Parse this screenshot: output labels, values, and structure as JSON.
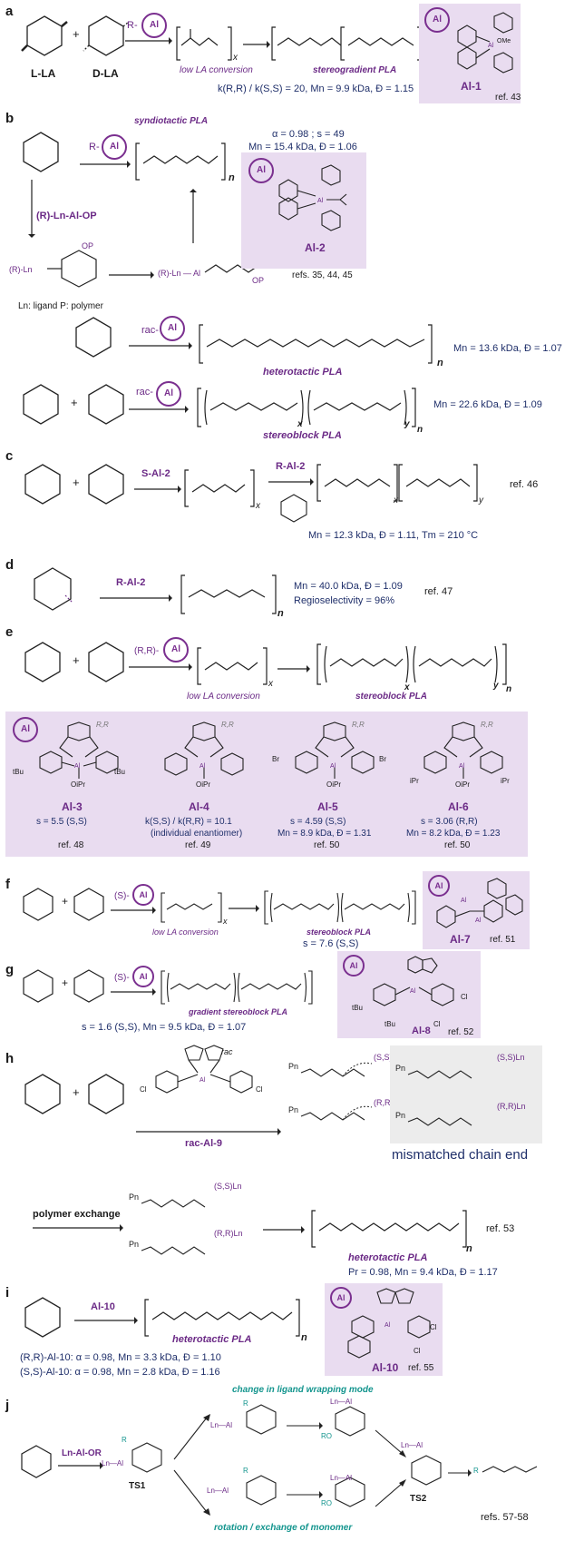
{
  "panels": {
    "a": {
      "label": "a",
      "l_la": "L-LA",
      "d_la": "D-LA",
      "catalyst_prefix": "R-",
      "ai_text": "Al",
      "note_low": "low LA conversion",
      "product": "stereogradient PLA",
      "stats": "k(R,R) / k(S,S) = 20, Mn = 9.9 kDa, Đ = 1.15",
      "cat_name": "Al-1",
      "ref": "ref. 43",
      "cat_sub_ome": "OMe"
    },
    "b": {
      "label": "b",
      "product1": "syndiotactic PLA",
      "stats1": "α = 0.98 ; s = 49",
      "stats1b": "Mn = 15.4 kDa, Đ = 1.06",
      "cat_prefix": "R-",
      "mech_label": "(R)-Ln-Al-OP",
      "legend": "Ln: ligand    P: polymer",
      "ln_al_1": "(R)-Ln",
      "ln_al_2": "(R)-Ln — Al",
      "op": "OP",
      "cat_name": "Al-2",
      "refs": "refs. 35, 44, 45",
      "rac1": "rac-",
      "product2": "heterotactic PLA",
      "stats2": "Mn = 13.6 kDa, Đ = 1.07",
      "rac2": "rac-",
      "product3": "stereoblock PLA",
      "stats3": "Mn = 22.6 kDa, Đ = 1.09"
    },
    "c": {
      "label": "c",
      "cat1": "S-Al-2",
      "cat2": "R-Al-2",
      "stats": "Mn = 12.3 kDa, Đ = 1.11, Tm = 210 °C",
      "ref": "ref. 46"
    },
    "d": {
      "label": "d",
      "cat": "R-Al-2",
      "stats1": "Mn = 40.0 kDa, Đ = 1.09",
      "stats2": "Regioselectivity = 96%",
      "ref": "ref. 47"
    },
    "e": {
      "label": "e",
      "cat_prefix": "(R,R)-",
      "note_low": "low LA conversion",
      "product": "stereoblock PLA",
      "catalysts": [
        {
          "name": "Al-3",
          "line1": "s = 5.5 (S,S)",
          "line2": "",
          "ref": "ref. 48",
          "sub_left": "tBu",
          "sub_right": "tBu",
          "alkoxy": "OiPr"
        },
        {
          "name": "Al-4",
          "line1": "k(S,S) / k(R,R) = 10.1",
          "line2": "(individual enantiomer)",
          "ref": "ref. 49",
          "sub_left": "",
          "sub_right": "",
          "alkoxy": "OiPr"
        },
        {
          "name": "Al-5",
          "line1": "s = 4.59 (S,S)",
          "line2": "Mn = 8.9 kDa, Đ = 1.31",
          "ref": "ref. 50",
          "sub_left": "Br",
          "sub_right": "Br",
          "alkoxy": "OiPr"
        },
        {
          "name": "Al-6",
          "line1": "s = 3.06 (R,R)",
          "line2": "Mn = 8.2 kDa, Đ = 1.23",
          "ref": "ref. 50",
          "sub_left": "iPr",
          "sub_right": "iPr",
          "alkoxy": "OiPr"
        }
      ],
      "rr_label": "R,R"
    },
    "f": {
      "label": "f",
      "cat_prefix": "(S)-",
      "note_low": "low LA conversion",
      "product": "stereoblock PLA",
      "stats": "s = 7.6 (S,S)",
      "cat_name": "Al-7",
      "ref": "ref. 51"
    },
    "g": {
      "label": "g",
      "cat_prefix": "(S)-",
      "product": "gradient stereoblock PLA",
      "stats": "s = 1.6 (S,S), Mn = 9.5 kDa, Đ = 1.07",
      "cat_name": "Al-8",
      "ref": "ref. 52",
      "sub_tbu": "tBu",
      "sub_cl": "Cl"
    },
    "h": {
      "label": "h",
      "cat": "rac-Al-9",
      "rac_tag": "rac",
      "chain_ss": "(S,S)Ln",
      "chain_rr": "(R,R)Ln",
      "pn": "Pn",
      "mismatch": "mismatched chain end",
      "exchange": "polymer exchange",
      "product": "heterotactic PLA",
      "stats": "Pr = 0.98, Mn = 9.4 kDa, Đ = 1.17",
      "ref": "ref. 53",
      "cl": "Cl"
    },
    "i": {
      "label": "i",
      "cat": "Al-10",
      "product": "heterotactic PLA",
      "stats1": "(R,R)-Al-10: α = 0.98, Mn = 3.3 kDa, Đ = 1.10",
      "stats2": "(S,S)-Al-10: α = 0.98, Mn = 2.8 kDa, Đ = 1.16",
      "cat_name": "Al-10",
      "ref": "ref. 55"
    },
    "j": {
      "label": "j",
      "reagent": "Ln-Al-OR",
      "ts1": "TS1",
      "ts2": "TS2",
      "top_note": "change in ligand wrapping mode",
      "bottom_note": "rotation / exchange of monomer",
      "ln_al": "Ln—Al",
      "ro": "RO",
      "r": "R",
      "refs": "refs. 57-58"
    }
  },
  "colors": {
    "purple": "#6b2a86",
    "navy": "#1f2f6a",
    "lavender": "#e9dcf0",
    "teal": "#14958e",
    "gray_box": "#ececec"
  }
}
